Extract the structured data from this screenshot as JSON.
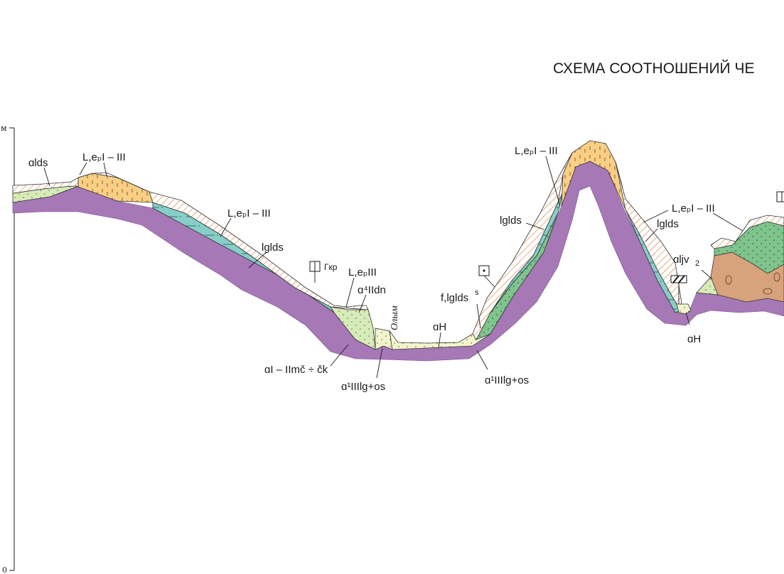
{
  "title": "СХЕМА СООТНОШЕНИЙ ЧЕ",
  "axis": {
    "top_label": "м",
    "bottom_label": "0"
  },
  "river": "Олым",
  "labels": {
    "alds": "ɑlds",
    "lep_1": "L,eₚI – III",
    "lep_2": "L,eₚI – III",
    "lep_3": "L,eₚI – III",
    "lep_4": "L,eₚI – III",
    "lglds_1": "lglds",
    "lglds_2": "lglds",
    "lglds_3": "lglds",
    "lep_III": "L,eₚIII",
    "a4_IIdn": "ɑ⁴IIdn",
    "gkr": "Гкр",
    "aI_IImc_ck": "ɑI – IImč ÷ čk",
    "a1_IIIlg_os_1": "ɑ¹IIIlg+os",
    "a1_IIIlg_os_2": "ɑ¹IIIlg+os",
    "aH_1": "ɑH",
    "aH_2": "ɑH",
    "flglds": "f,lglds",
    "flglds_sup": "s",
    "aljv2": "ɑljv",
    "aljv2_sub": "2"
  },
  "colors": {
    "bedrock": "#a678b6",
    "teal": "#86cfc8",
    "light_green": "#d7ebb9",
    "pale_yellow": "#f3f4cd",
    "orange": "#f9cf85",
    "dark_green": "#7fc38d",
    "brown": "#d7a27c",
    "hatch": "#d9762f"
  }
}
